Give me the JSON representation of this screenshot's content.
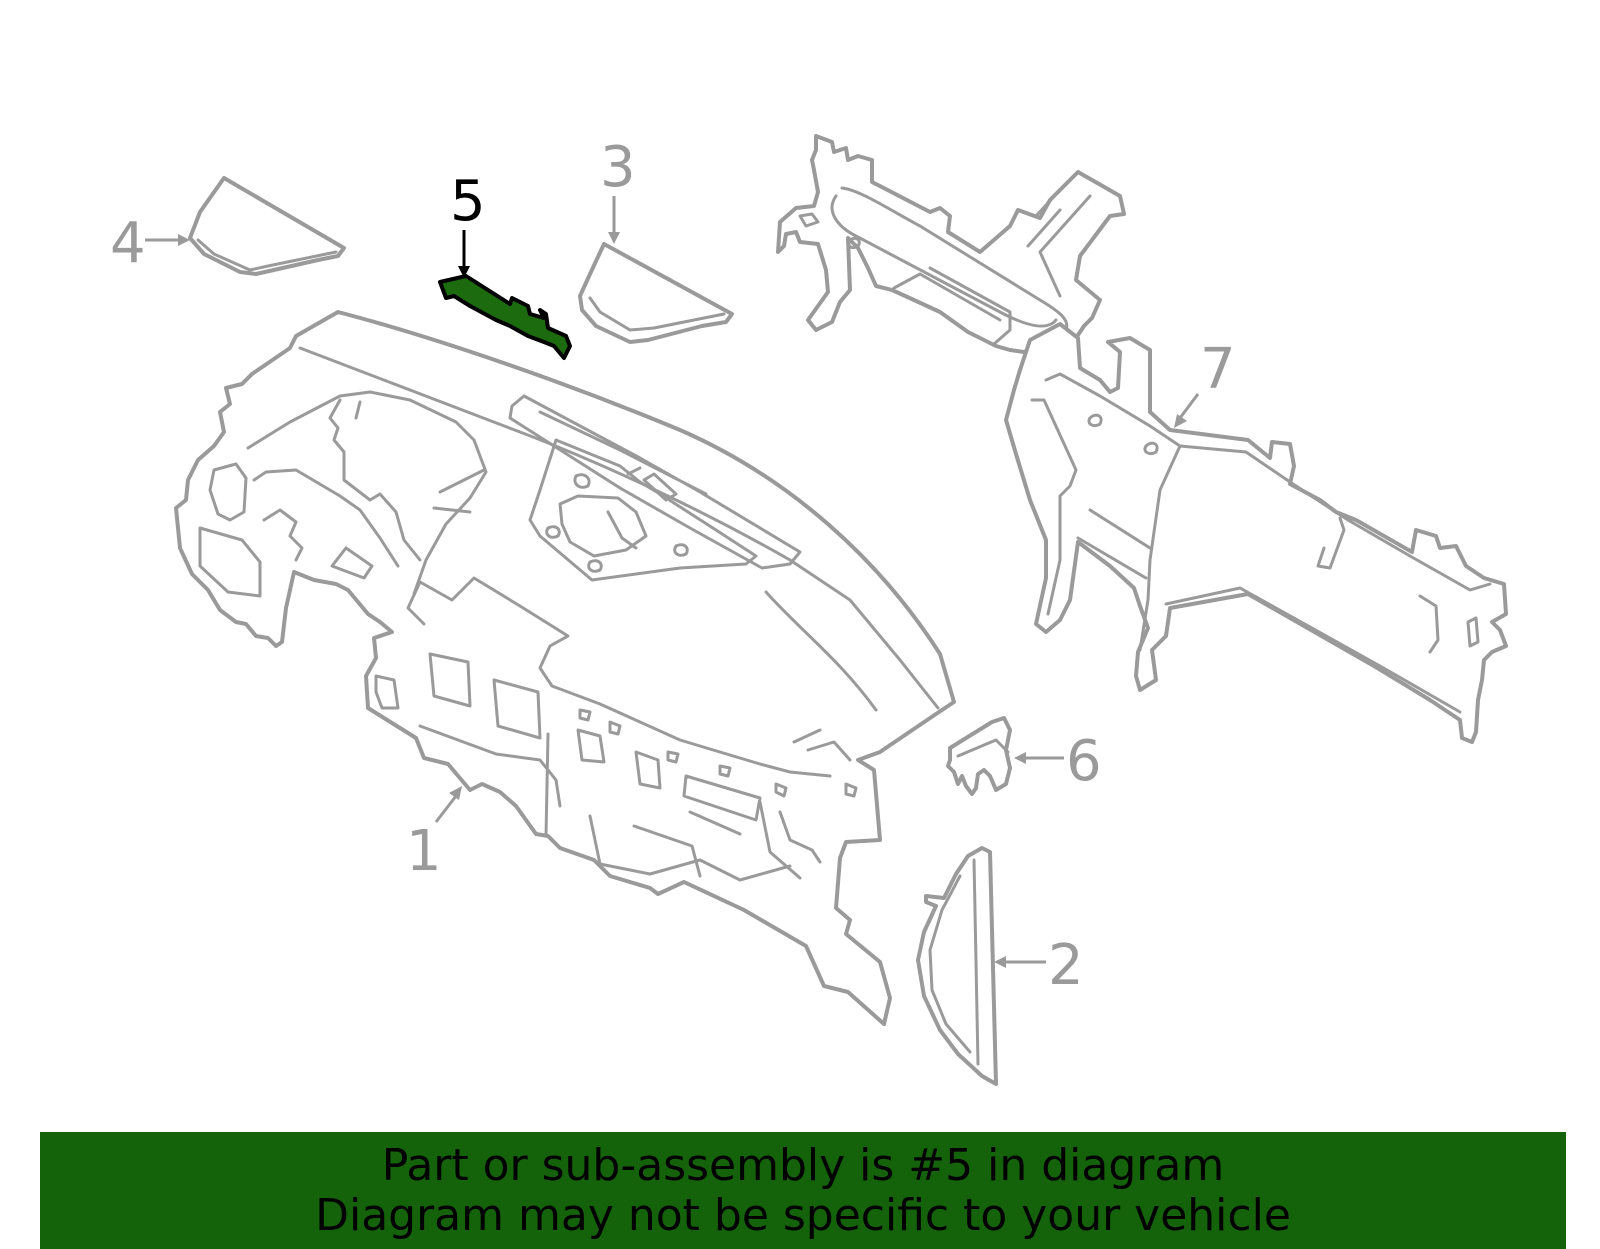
{
  "diagram": {
    "callouts": {
      "c1": "1",
      "c2": "2",
      "c3": "3",
      "c4": "4",
      "c5": "5",
      "c6": "6",
      "c7": "7"
    },
    "highlighted_callout": "5"
  },
  "banner": {
    "line1": "Part or sub-assembly is #5 in diagram",
    "line2": "Diagram may not be specific to your vehicle",
    "color": "#146209"
  },
  "colors": {
    "outline": "#9a9a9a",
    "highlight_fill": "#1d6b0f"
  }
}
